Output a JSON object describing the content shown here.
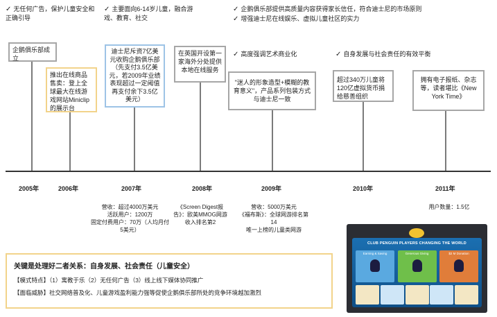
{
  "bullets_top": [
    "无任何广告，保护儿童安全和正确引导",
    "主要面向6-14岁儿童，融合游戏、教育、社交",
    "企鹅俱乐部提供高质量内容获得家长信任，符合迪士尼的市场原则",
    "增强迪士尼在线娱乐、虚拟儿童社区的实力",
    "高度强调艺术商业化",
    "自身发展与社会责任的有效平衡"
  ],
  "cards": {
    "c2005": "企鹅俱乐部成立",
    "c2006": "推出在线商品售卖：登上全球最大在线游戏网站Miniclip的展示台",
    "c2007": "迪士尼斥资7亿美元收购企鹅俱乐部（先支付3.5亿美元，若2009年业绩表现超过一定阈值再支付余下3.5亿美元）",
    "c2008": "在英国开设第一家海外分处提供本地在线服务",
    "c2009": "\"迷人的形象造型+模糊的教育意义\"，产品系列包装方式与迪士尼一致",
    "c2010": "超过340万儿童将120亿虚拟货币捐给慈善组织",
    "c2011": "拥有电子报纸、杂志等，读者堪比《New York Time》"
  },
  "years": [
    "2005年",
    "2006年",
    "2007年",
    "2008年",
    "2009年",
    "2010年",
    "2011年"
  ],
  "stats": {
    "s2007": "营收：超过4000万美元\n活跃用户：1200万\n固定付费用户：70万（人均月付5美元）",
    "s2008": "《Screen Digest报告》：欧美MMOG网游收入排名第2",
    "s2009": "营收：5000万美元\n《福布斯》：全球网游排名第14\n唯一上榜的儿童类网游",
    "s2011": "用户数量：1.5亿"
  },
  "summary": {
    "title": "关键是处理好二者关系：自身发展、社会责任（儿童安全）",
    "model": "【模式特点】（1）寓教于乐（2）无任何广告（3）线上线下媒体协同推广",
    "threat": "【面临威胁】社交网络普及化、儿童游戏盈利能力强等促使企鹅俱乐部所处的竞争环境越加激烈"
  },
  "photo_caption": "CLUB PENGUIN PLAYERS CHANGING THE WORLD",
  "photo_panels": [
    "Earning & Saving",
    "Generous Giving",
    "$2 M Donation"
  ],
  "colors": {
    "gray_border": "#a6a6a6",
    "blue_border": "#9dc3e6",
    "yellow_border": "#f2d38a",
    "timeline": "#333333"
  }
}
